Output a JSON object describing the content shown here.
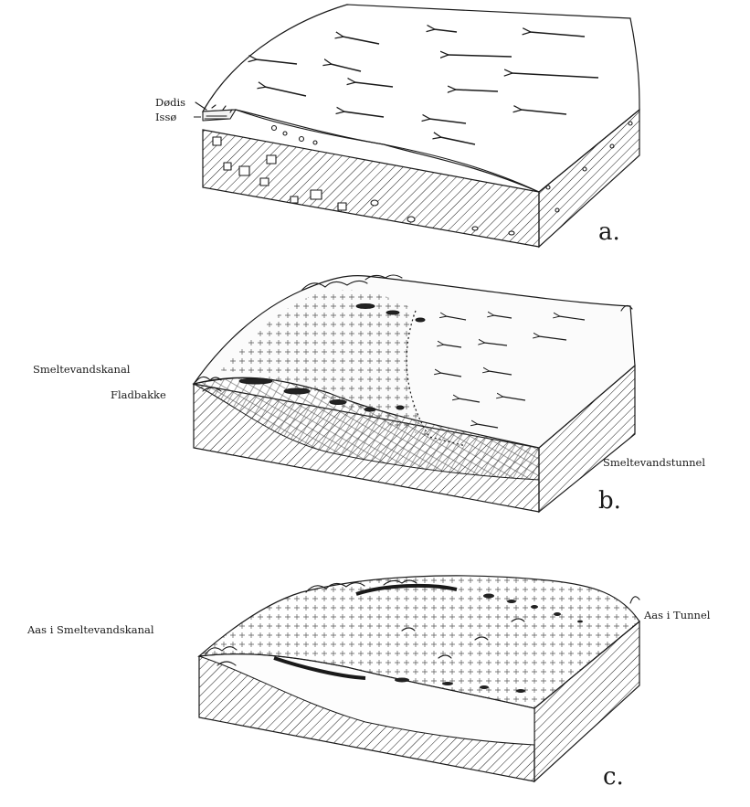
{
  "panels": [
    {
      "id": "a",
      "letter": "a.",
      "labels": {
        "deadice": "Dødis",
        "icelake": "Issø"
      }
    },
    {
      "id": "b",
      "letter": "b.",
      "labels": {
        "channel": "Smeltevandskanal",
        "flat": "Fladbakke",
        "tunnel": "Smeltevandstunnel"
      }
    },
    {
      "id": "c",
      "letter": "c.",
      "labels": {
        "channel": "Aas i Smeltevandskanal",
        "tunnel": "Aas i Tunnel"
      }
    }
  ]
}
